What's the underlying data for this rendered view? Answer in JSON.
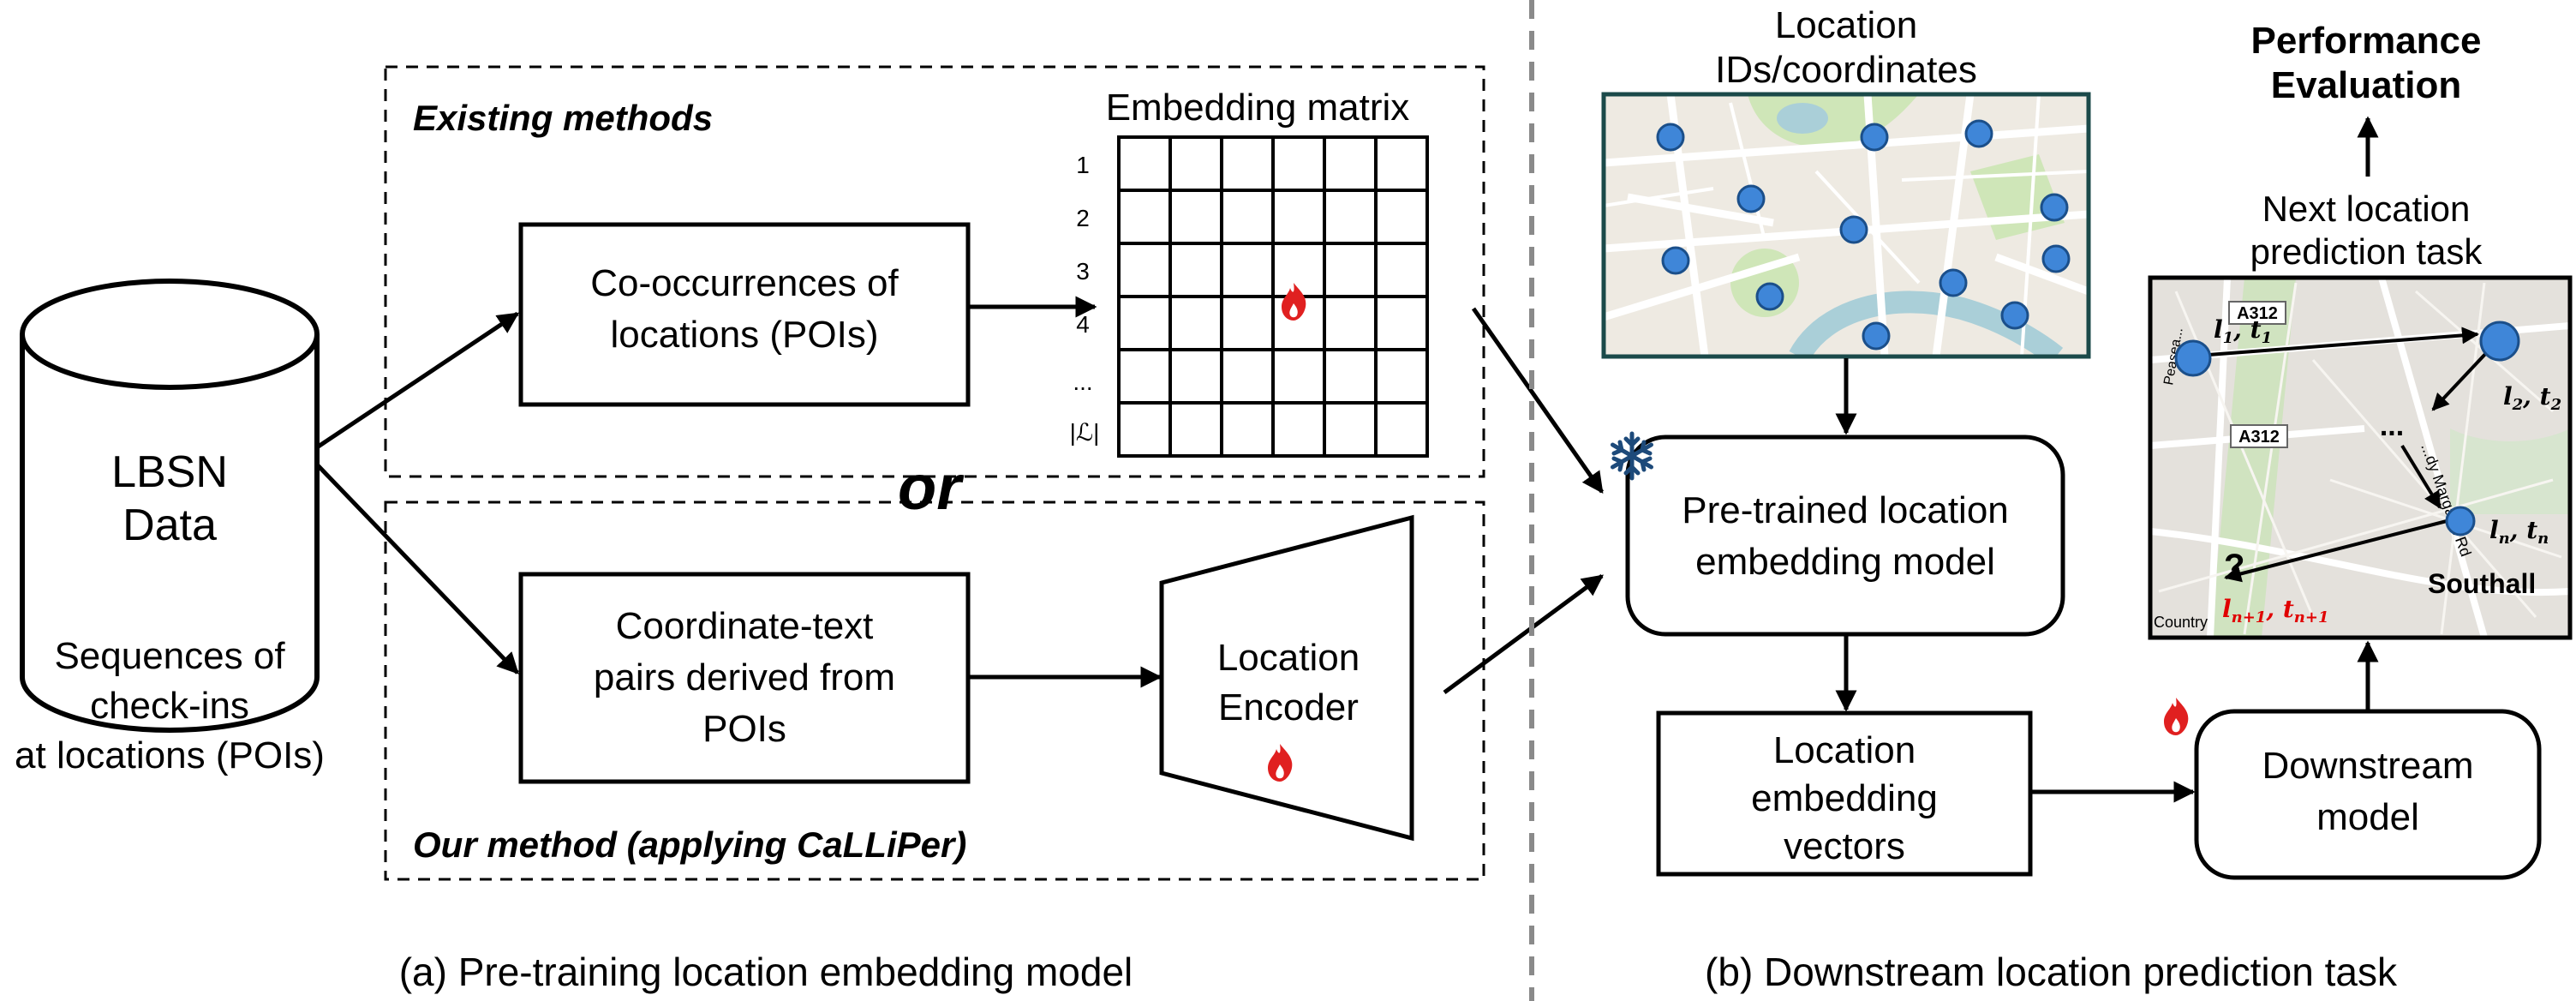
{
  "lbsn": {
    "db_label_1": "LBSN",
    "db_label_2": "Data",
    "caption_lines": [
      "Sequences of",
      "check-ins",
      "at locations (POIs)"
    ]
  },
  "existing": {
    "title": "Existing methods",
    "box_lines": [
      "Co-occurrences of",
      "locations (POIs)"
    ],
    "matrix_title": "Embedding matrix",
    "row_labels": [
      "1",
      "2",
      "3",
      "4",
      "...",
      "|ℒ|"
    ]
  },
  "or_label": "or",
  "ours": {
    "title": "Our method (applying CaLLiPer)",
    "box_lines": [
      "Coordinate-text",
      "pairs derived from",
      "POIs"
    ],
    "encoder_lines": [
      "Location",
      "Encoder"
    ]
  },
  "panel_b": {
    "map_title_lines": [
      "Location",
      "IDs/coordinates"
    ],
    "pretrained_lines": [
      "Pre-trained location",
      "embedding model"
    ],
    "vectors_lines": [
      "Location",
      "embedding",
      "vectors"
    ],
    "downstream_lines": [
      "Downstream",
      "model"
    ],
    "task_lines": [
      "Next location",
      "prediction task"
    ],
    "eval_lines": [
      "Performance",
      "Evaluation"
    ],
    "map_labels": {
      "road1": "A312",
      "road2": "A312",
      "place": "Southall",
      "corner": "Country",
      "street1": "Peasea...",
      "street2": "...dy Margaret Rd"
    },
    "traj": {
      "l1": "l",
      "l1_sub": "1",
      "t1": "t",
      "t1_sub": "1",
      "l2": "l",
      "l2_sub": "2",
      "t2": "t",
      "t2_sub": "2",
      "ln": "l",
      "ln_sub": "n",
      "tn": "t",
      "tn_sub": "n",
      "lnext": "l",
      "lnext_sub": "n+1",
      "tnext": "t",
      "tnext_sub": "n+1",
      "dots": "...",
      "question": "?"
    }
  },
  "captions": {
    "a": "(a) Pre-training location embedding model",
    "b": "(b) Downstream location prediction task"
  },
  "colors": {
    "poi": "#3f86d8",
    "poi_stroke": "#1b4f8a",
    "fire": "#e02020",
    "snow": "#1d4a7a",
    "map_bg": "#eeeae2",
    "park": "#cfe6b8",
    "river": "#aacfd8",
    "divider": "#8a8a8a",
    "red_text": "#e00000"
  }
}
